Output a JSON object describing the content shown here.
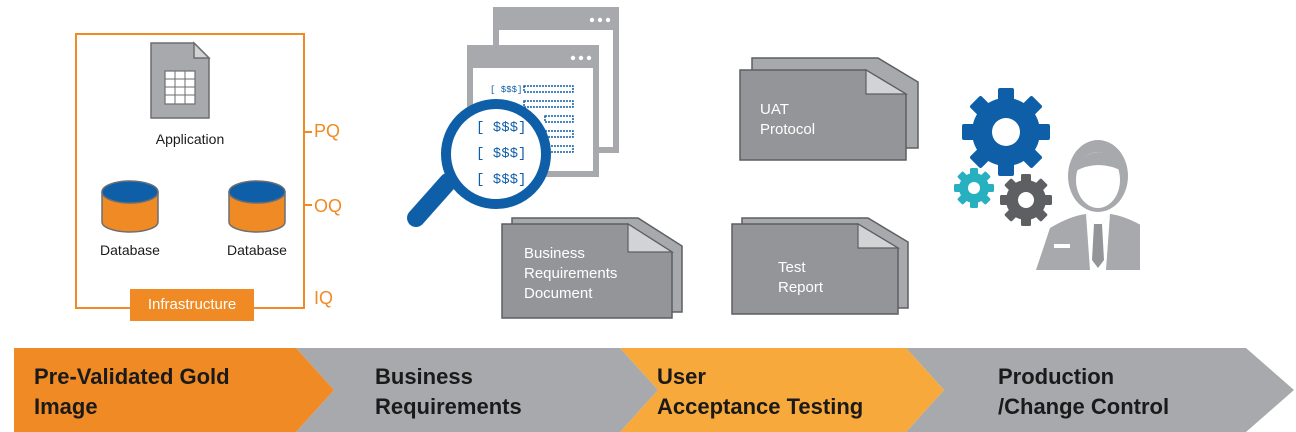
{
  "gold_image": {
    "application_label": "Application",
    "database_left_label": "Database",
    "database_right_label": "Database",
    "infrastructure_label": "Infrastructure",
    "pq_label": "PQ",
    "oq_label": "OQ",
    "iq_label": "IQ"
  },
  "requirements_screen": {
    "small_tag": "[ $$$]",
    "magnifier_lines": [
      "[ $$$]",
      "[ $$$]",
      "[ $$$]"
    ]
  },
  "documents": {
    "brd_lines": [
      "Business",
      "Requirements",
      "Document"
    ],
    "uat_lines": [
      "UAT",
      "Protocol"
    ],
    "test_lines": [
      "Test",
      "Report"
    ]
  },
  "process_steps": [
    {
      "line1": "Pre-Validated Gold",
      "line2": "Image",
      "color": "#f08a24"
    },
    {
      "line1": "Business",
      "line2": "Requirements",
      "color": "#a7a9ac"
    },
    {
      "line1": "User",
      "line2": "Acceptance Testing",
      "color": "#f7a93b"
    },
    {
      "line1": "Production",
      "line2": "/Change Control",
      "color": "#a7a9ac"
    }
  ],
  "colors": {
    "orange": "#f08a24",
    "blue": "#0f5fa8",
    "gray": "#a7a9ac",
    "dark_gray": "#5d5f62",
    "teal": "#27b0c0"
  }
}
